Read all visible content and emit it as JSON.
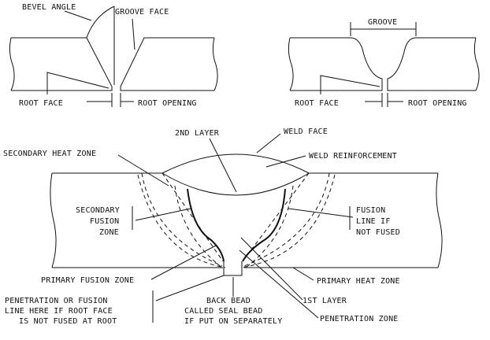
{
  "labels": {
    "bevel_angle": "BEVEL ANGLE",
    "groove_face": "GROOVE FACE",
    "groove": "GROOVE",
    "root_face_left": "ROOT FACE",
    "root_opening_left": "ROOT OPENING",
    "root_face_right": "ROOT FACE",
    "root_opening_right": "ROOT OPENING",
    "second_layer": "2ND LAYER",
    "weld_face": "WELD FACE",
    "secondary_heat_zone": "SECONDARY HEAT ZONE",
    "weld_reinforcement": "WELD REINFORCEMENT",
    "secondary_fusion_zone": [
      "SECONDARY",
      "FUSION",
      "ZONE"
    ],
    "fusion_line": [
      "FUSION",
      "LINE IF",
      "NOT FUSED"
    ],
    "primary_fusion_zone": "PRIMARY FUSION ZONE",
    "primary_heat_zone": "PRIMARY HEAT ZONE",
    "penetration_note": [
      "PENETRATION OR FUSION",
      "LINE HERE IF ROOT FACE",
      "IS NOT FUSED AT ROOT"
    ],
    "back_bead": [
      "BACK BEAD",
      "CALLED SEAL BEAD",
      "IF PUT ON SEPARATELY"
    ],
    "first_layer": "1ST LAYER",
    "penetration_zone": "PENETRATION ZONE"
  },
  "colors": {
    "ink": "#111111",
    "paper": "#ffffff"
  }
}
